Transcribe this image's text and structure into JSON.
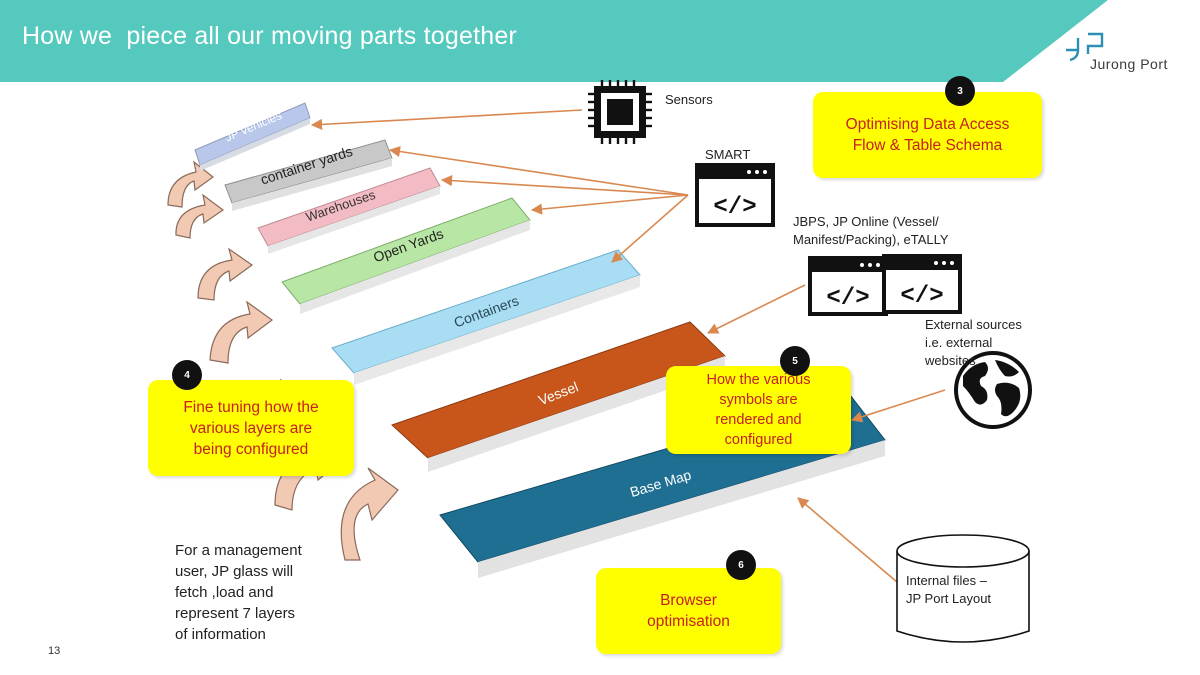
{
  "header": {
    "title": "How we  piece all our moving parts together",
    "logo_text": "Jurong Port"
  },
  "layers": [
    {
      "label": "JP vehicles",
      "color": "#b9c7ea"
    },
    {
      "label": "container yards",
      "color": "#c8c8c8"
    },
    {
      "label": "Warehouses",
      "color": "#f3bcc4"
    },
    {
      "label": "Open Yards",
      "color": "#b8e6a4"
    },
    {
      "label": "Containers",
      "color": "#a9ddf3"
    },
    {
      "label": "Vessel",
      "color": "#c8561a"
    },
    {
      "label": "Base Map",
      "color": "#1f6f93"
    }
  ],
  "sources": {
    "sensors": "Sensors",
    "smart": "SMART",
    "jbps": "JBPS, JP Online (Vessel/\nManifest/Packing), eTALLY",
    "external": "External sources\ni.e. external\nwebsites",
    "internal": "Internal files –\nJP Port Layout"
  },
  "callouts": [
    {
      "number": "3",
      "text": "Optimising Data Access\nFlow & Table Schema"
    },
    {
      "number": "4",
      "text": "Fine tuning how the\nvarious layers are\nbeing configured"
    },
    {
      "number": "5",
      "text": "How the various\nsymbols are\nrendered and\nconfigured"
    },
    {
      "number": "6",
      "text": "Browser\noptimisation"
    }
  ],
  "note": "For a management\nuser, JP glass will\nfetch ,load and\nrepresent 7 layers\nof information",
  "page_number": "13",
  "colors": {
    "header": "#56c9be",
    "callout_fill": "#ffff00",
    "callout_text": "#c62020",
    "arrow": "#d9894f"
  }
}
